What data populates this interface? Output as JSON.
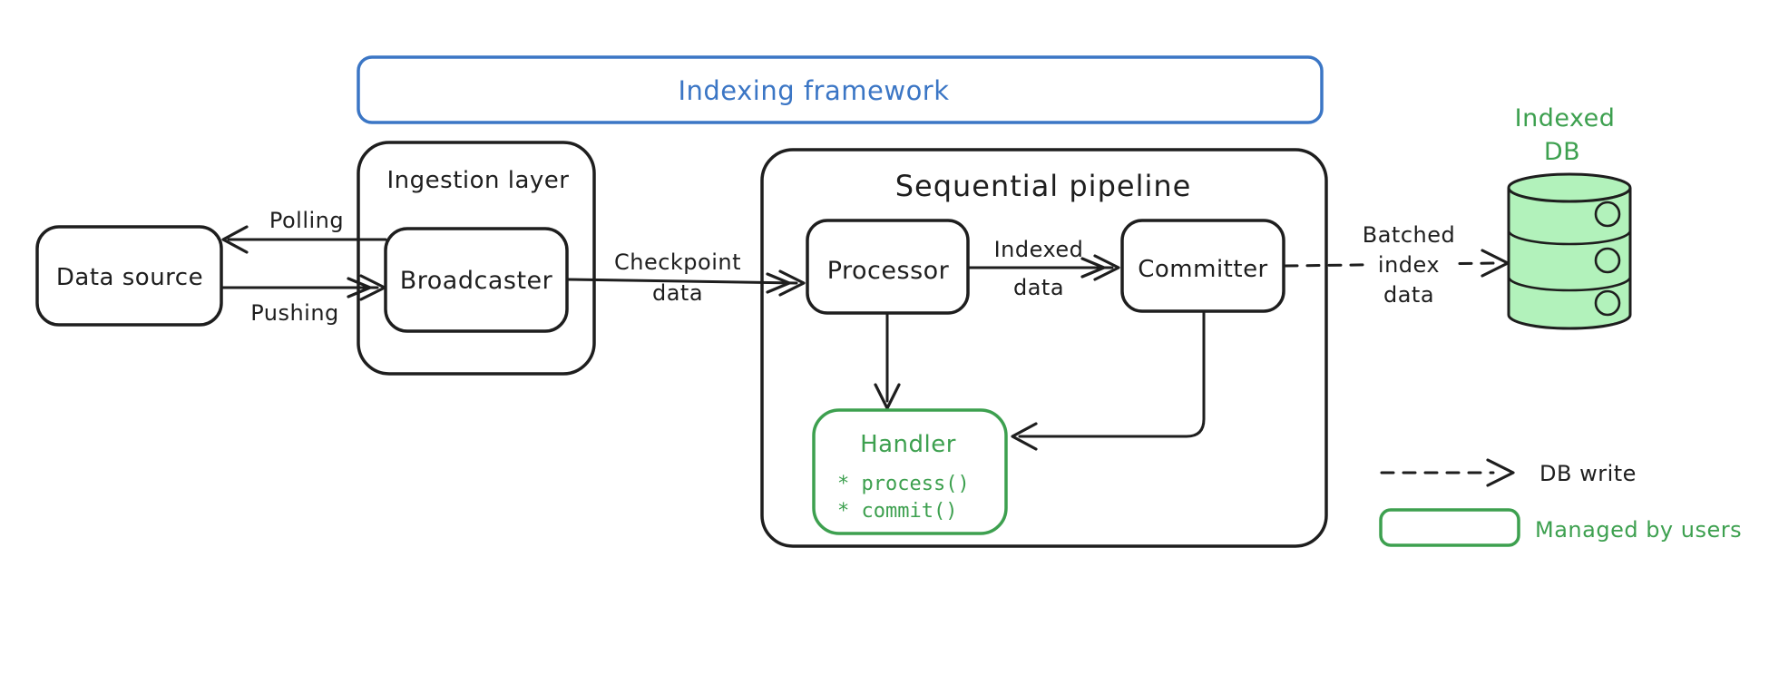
{
  "diagram": {
    "title_frame": {
      "label": "Indexing framework"
    },
    "nodes": {
      "data_source": {
        "label": "Data source"
      },
      "ingestion_layer": {
        "label": "Ingestion layer"
      },
      "broadcaster": {
        "label": "Broadcaster"
      },
      "sequential_pipeline": {
        "label": "Sequential pipeline"
      },
      "processor": {
        "label": "Processor"
      },
      "committer": {
        "label": "Committer"
      },
      "handler": {
        "label": "Handler",
        "methods": [
          "* process()",
          "* commit()"
        ]
      },
      "indexed_db": {
        "label_line1": "Indexed",
        "label_line2": "DB"
      }
    },
    "edges": {
      "polling": {
        "label": "Polling"
      },
      "pushing": {
        "label": "Pushing"
      },
      "checkpoint": {
        "label_line1": "Checkpoint",
        "label_line2": "data"
      },
      "indexed_data": {
        "label_line1": "Indexed",
        "label_line2": "data"
      },
      "batched_index": {
        "label_line1": "Batched",
        "label_line2": "index",
        "label_line3": "data"
      }
    },
    "legend": {
      "db_write_label": "DB write",
      "managed_by_users_label": "Managed by users"
    },
    "colors": {
      "ink": "#1e1e1e",
      "blue": "#3b76c5",
      "green": "#3da04f",
      "green_fill": "#b2f2bb",
      "background": "#ffffff"
    }
  }
}
